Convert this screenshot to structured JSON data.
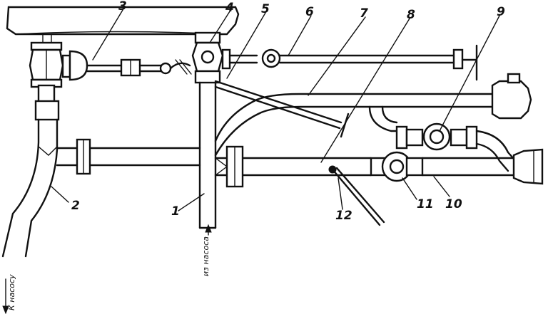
{
  "callouts": {
    "c1": "1",
    "c2": "2",
    "c3": "3",
    "c4": "4",
    "c5": "5",
    "c6": "6",
    "c7": "7",
    "c8": "8",
    "c9": "9",
    "c10": "10",
    "c11": "11",
    "c12": "12"
  },
  "captions": {
    "to_pump": "К насосу",
    "from_pump": "из насоса"
  }
}
